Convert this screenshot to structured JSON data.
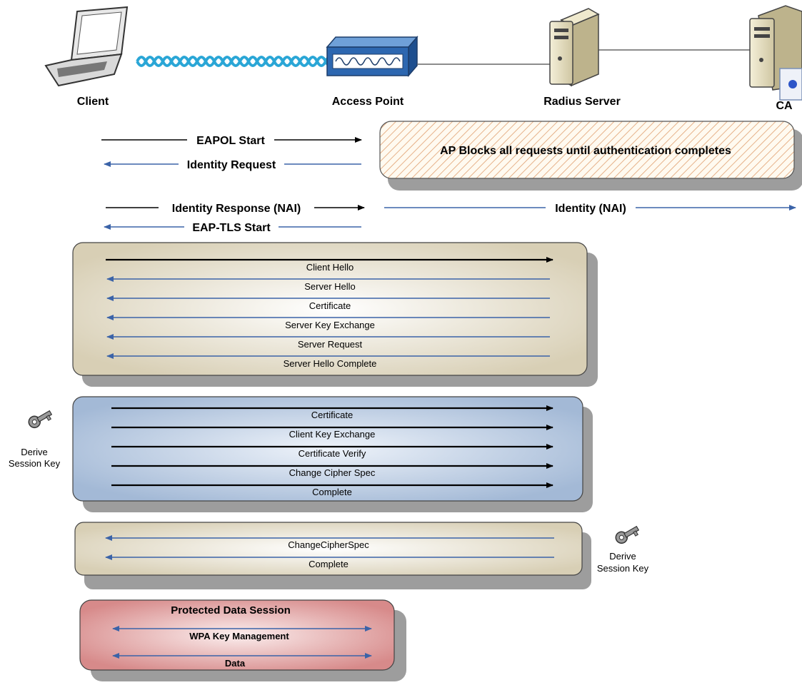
{
  "entities": {
    "client": "Client",
    "access_point": "Access Point",
    "radius_server": "Radius Server",
    "ca": "CA"
  },
  "ap_block_note": "AP Blocks all requests until authentication completes",
  "messages": {
    "eapol_start": "EAPOL Start",
    "identity_request": "Identity Request",
    "identity_response": "Identity Response (NAI)",
    "identity_nai": "Identity (NAI)",
    "eap_tls_start": "EAP-TLS Start"
  },
  "server_handshake": [
    "Client Hello",
    "Server Hello",
    "Certificate",
    "Server Key Exchange",
    "Server Request",
    "Server Hello Complete"
  ],
  "client_handshake": [
    "Certificate",
    "Client Key Exchange",
    "Certificate Verify",
    "Change Cipher Spec",
    "Complete"
  ],
  "server_finish": [
    "ChangeCipherSpec",
    "Complete"
  ],
  "derive_key": {
    "client_line1": "Derive",
    "client_line2": "Session Key",
    "server_line1": "Derive",
    "server_line2": "Session Key"
  },
  "protected": {
    "title": "Protected Data Session",
    "wpa": "WPA Key Management",
    "data": "Data"
  },
  "colors": {
    "blue_arrow": "#3b63a8",
    "black_arrow": "#000000",
    "beige_box": "#ddd5be",
    "blue_box": "#a9bfda",
    "red_box": "#d88e8e",
    "hatch": "#e0a070",
    "cable": "#2aa6d6"
  }
}
